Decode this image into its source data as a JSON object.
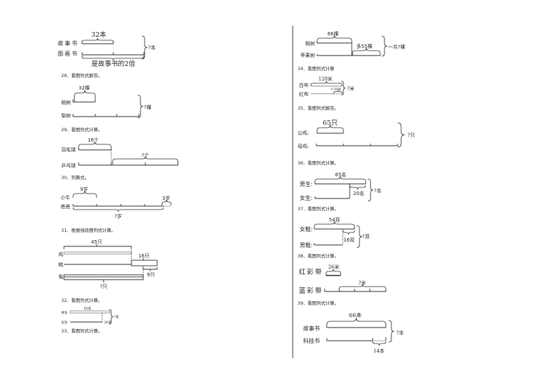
{
  "problems": {
    "p27": {
      "top": "32本",
      "row1": "故事书",
      "row2": "图画书",
      "bottom": "是故事书的2倍",
      "total": "?本"
    },
    "p28": {
      "header": "28．看图列式解答。",
      "top": "32棵",
      "row1": "桃树",
      "row2": "梨树",
      "total": "?棵"
    },
    "p29": {
      "header": "29．看图列式计算。",
      "top": "16个",
      "row1": "羽毛球",
      "row2": "乒乓球",
      "unknown": "?个"
    },
    "p30": {
      "header": "30．列算式。",
      "top": "9岁",
      "row1": "小牛",
      "row2": "爸爸",
      "extra": "3岁",
      "total": "?岁"
    },
    "p31": {
      "header": "31．根据线段图列式计算。",
      "top": "45只",
      "row1": "鸡",
      "row2": "鸭",
      "row3": "兔",
      "more": "16只",
      "less": "9只",
      "total": "?只"
    },
    "p32": {
      "header": "32．看图列式计算。",
      "top": "65名",
      "row1": "男生",
      "row2": "女生",
      "diff": "20名",
      "total": "?名"
    },
    "p33": {
      "header": "33．看图列式计算。",
      "top": "66棵",
      "row1": "桃树",
      "row2": "苹果树",
      "more": "多55棵",
      "total": "一共?棵"
    },
    "p34": {
      "header": "34．看图列式计算",
      "top": "128米",
      "row1": "白布",
      "row2": "红布",
      "less": "少39米",
      "total": "?米"
    },
    "p35": {
      "header": "35．看图列式解答。",
      "top": "65只",
      "row1": "公鸡:",
      "row2": "母鸡:",
      "total": "?只"
    },
    "p36": {
      "header": "36．看图列式计算。",
      "top": "65名",
      "row1": "男生:",
      "row2": "女生:",
      "diff": "20名",
      "total": "?名"
    },
    "p37": {
      "header": "37．看图列式计算。",
      "top": "54双",
      "row1": "女鞋:",
      "row2": "男鞋:",
      "diff": "16双",
      "total": "?双"
    },
    "p38": {
      "header": "38．看图列式计算。",
      "top": "26米",
      "row1": "红彩带",
      "row2": "蓝彩带",
      "total": "?米"
    },
    "p39": {
      "header": "39．看图列式计算。",
      "top": "66本",
      "row1": "故事书",
      "row2": "科技书",
      "diff": "14本",
      "total": "?本"
    }
  }
}
